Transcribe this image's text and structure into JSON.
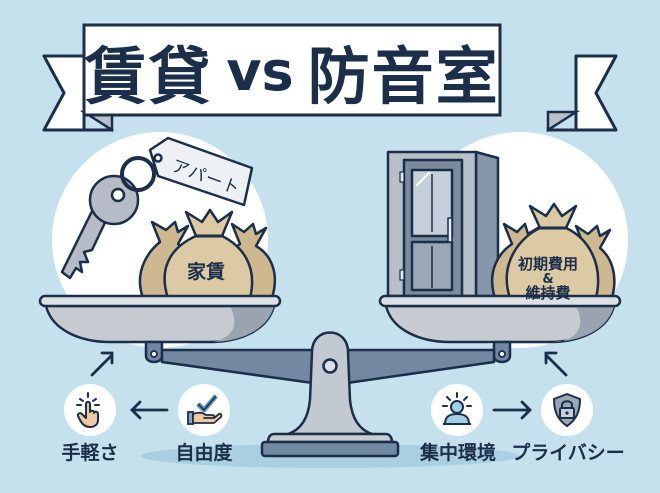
{
  "title": {
    "left": "賃貸",
    "vs": "vs",
    "right": "防音室"
  },
  "left_pan": {
    "key_tag": "アパート",
    "money_bag": "家賃"
  },
  "right_pan": {
    "money_bag_line1": "初期費用",
    "money_bag_amp": "&",
    "money_bag_line2": "維持費"
  },
  "features": {
    "left": [
      {
        "label": "手軽さ",
        "icon": "tap-finger-icon"
      },
      {
        "label": "自由度",
        "icon": "hand-check-icon"
      }
    ],
    "right": [
      {
        "label": "集中環境",
        "icon": "focused-person-icon"
      },
      {
        "label": "プライバシー",
        "icon": "shield-lock-icon"
      }
    ]
  },
  "colors": {
    "background": "#c5e1ee",
    "navy": "#1b2e4a",
    "steel": "#6f88a3",
    "silver": "#c9ced4",
    "bag": "#d9c7a3",
    "white": "#ffffff"
  }
}
